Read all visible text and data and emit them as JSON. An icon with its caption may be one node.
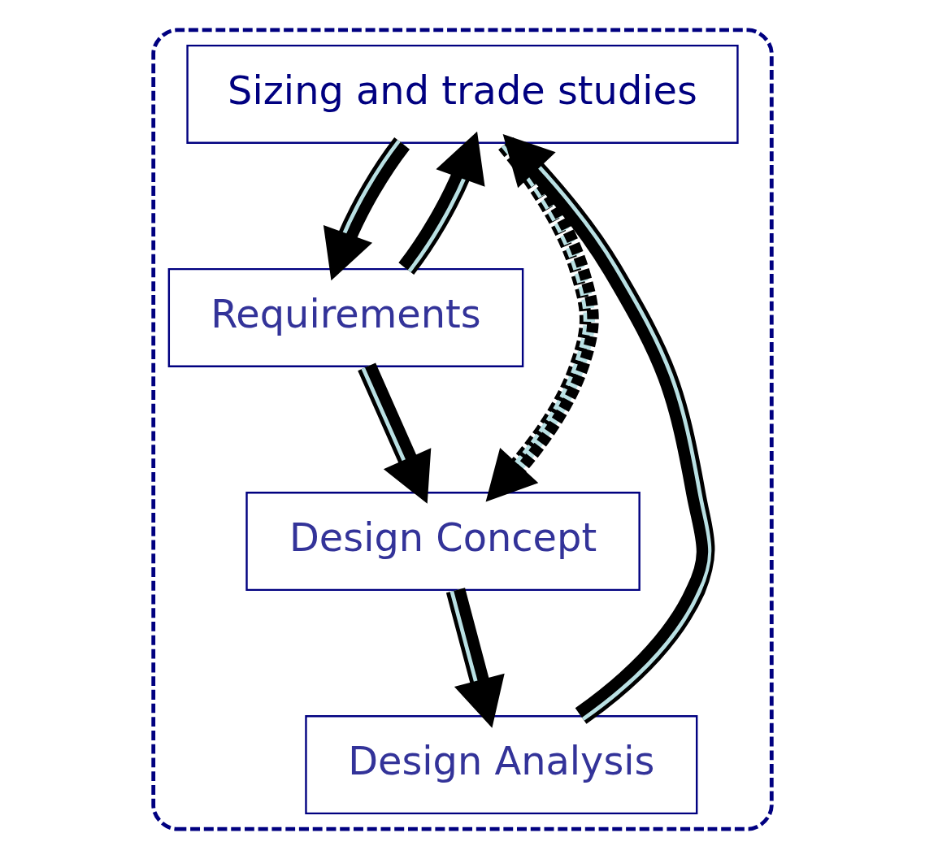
{
  "diagram": {
    "nodes": [
      {
        "text": [],
        "shape": "ellipse"
      },
      {
        "text": [
          "Sizing and trade studies"
        ],
        "in": 0
      },
      {
        "text": [
          "Requirements"
        ],
        "in": 0
      },
      {
        "text": [
          "Design Analysis"
        ],
        "in": 0
      },
      {
        "text": [
          "Design Concept"
        ],
        "in": 0
      }
    ],
    "edges": [
      {
        "from": 1,
        "to": 2,
        "arrow": "to"
      },
      {
        "from": 2,
        "to": 1,
        "arrow": "to"
      },
      {
        "from": 2,
        "to": 4,
        "arrow": "to"
      },
      {
        "from": 4,
        "to": 3,
        "arrow": "to"
      },
      {
        "from": 3,
        "to": 1,
        "arrow": "to"
      },
      {
        "from": 1,
        "to": 4,
        "arrow": "to",
        "style": "dashed"
      }
    ]
  }
}
